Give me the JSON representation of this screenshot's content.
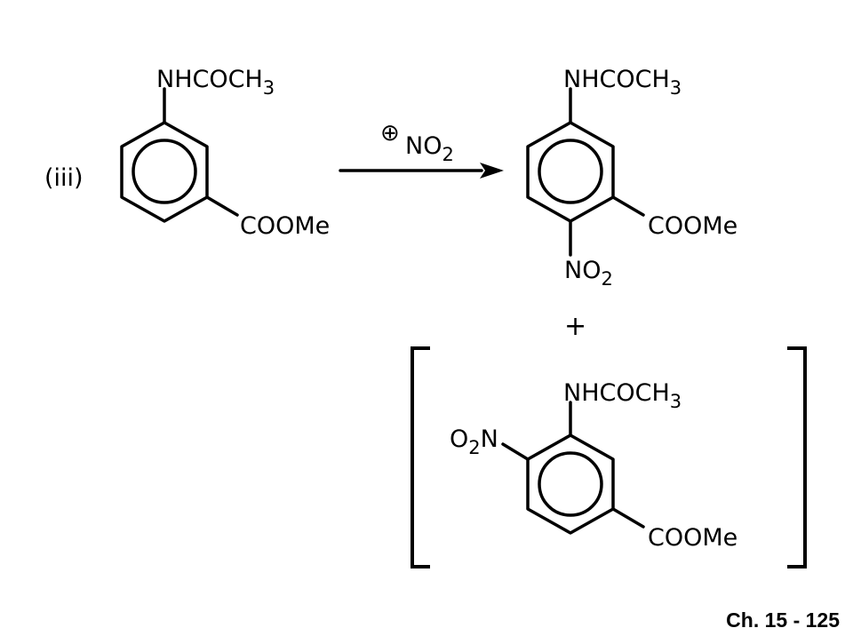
{
  "slide": {
    "label": "(iii)",
    "footer": "Ch. 15 - 125"
  },
  "reagent": {
    "charge_symbol": "⊕",
    "text": "NO",
    "subscript": "2"
  },
  "reactant": {
    "top_group": {
      "text": "NHCOCH",
      "subscript": "3"
    },
    "side_group": {
      "text": "COOMe"
    }
  },
  "major_product": {
    "top_group": {
      "text": "NHCOCH",
      "subscript": "3"
    },
    "side_group": {
      "text": "COOMe"
    },
    "bottom_group": {
      "text": "NO",
      "subscript": "2"
    }
  },
  "plus": "+",
  "minor_product": {
    "top_group": {
      "text": "NHCOCH",
      "subscript": "3"
    },
    "side_group": {
      "text": "COOMe"
    },
    "nitro_group": {
      "prefix": "O",
      "subscript": "2",
      "suffix": "N"
    }
  }
}
